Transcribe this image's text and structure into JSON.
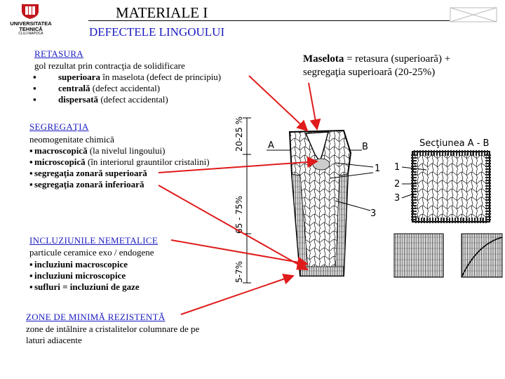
{
  "logo": {
    "line1": "UNIVERSITATEA",
    "line2": "TEHNICĂ",
    "line3": "CLUJ-NAPOCA",
    "crest_color": "#c0151b"
  },
  "header": {
    "title": "MATERIALE I",
    "subtitle": "DEFECTELE LINGOULUI"
  },
  "retasura": {
    "heading": "RETASURA",
    "description": "gol rezultat prin contracţia de solidificare",
    "items": [
      {
        "bullet": "▪",
        "bold": "superioara",
        "rest": " în maselota (defect de principiu)"
      },
      {
        "bullet": "▪",
        "bold": "centrală",
        "rest": " (defect accidental)"
      },
      {
        "bullet": "▪",
        "bold": "dispersată",
        "rest": " (defect accidental)"
      }
    ]
  },
  "segregatia": {
    "heading": "SEGREGAŢIA",
    "description": "neomogenitate chimică",
    "items": [
      {
        "bullet": "▪",
        "bold": "macroscopică",
        "rest": " (la nivelul lingoului)"
      },
      {
        "bullet": "▪",
        "bold": "microscopică",
        "rest": " (în interiorul grauntilor cristalini)"
      },
      {
        "bullet": "▪",
        "bold": "segregaţia zonară superioară",
        "rest": ""
      },
      {
        "bullet": "▪",
        "bold": "segregaţia zonară inferioară",
        "rest": ""
      }
    ]
  },
  "incluziuni": {
    "heading": "INCLUZIUNILE NEMETALICE",
    "description": "particule ceramice exo / endogene",
    "items": [
      {
        "bullet": "▪",
        "bold": "incluziuni macroscopice",
        "rest": ""
      },
      {
        "bullet": "▪",
        "bold": "incluziuni microscopice",
        "rest": ""
      },
      {
        "bullet": "▪",
        "bold": "sufluri = incluziuni de gaze",
        "rest": ""
      }
    ]
  },
  "zone": {
    "heading": "ZONE DE MINIMĂ REZISTENTĂ",
    "description_line1": "zone de intâlnire a cristalitelor columnare de pe",
    "description_line2": "laturi adiacente"
  },
  "maselota": {
    "bold": "Maselota",
    "rest_line1": " = retasura (superioară) +",
    "line2": "segregaţia superioară (20-25%)"
  },
  "drawing": {
    "label_top_pct": "20-25 %",
    "label_mid_pct": "65 - 75%",
    "label_bot_pct": "5-7%",
    "label_a": "A",
    "label_b": "B",
    "section_label": "Secţiunea A - B",
    "num1": "1",
    "num2": "2",
    "num3": "3",
    "arrow_color": "#e01b1b"
  }
}
